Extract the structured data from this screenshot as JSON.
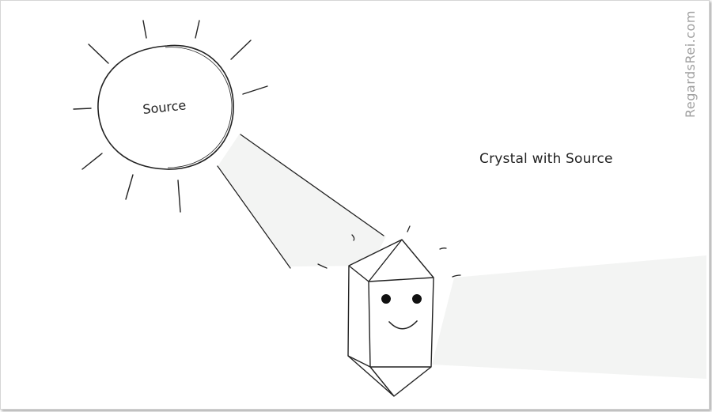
{
  "sun": {
    "label": "Source"
  },
  "caption": "Crystal with Source",
  "watermark": "RegardsRei.com",
  "colors": {
    "stroke": "#222222",
    "beam_fill": "#f3f4f3",
    "watermark": "#a0a0a0",
    "background": "#ffffff"
  }
}
